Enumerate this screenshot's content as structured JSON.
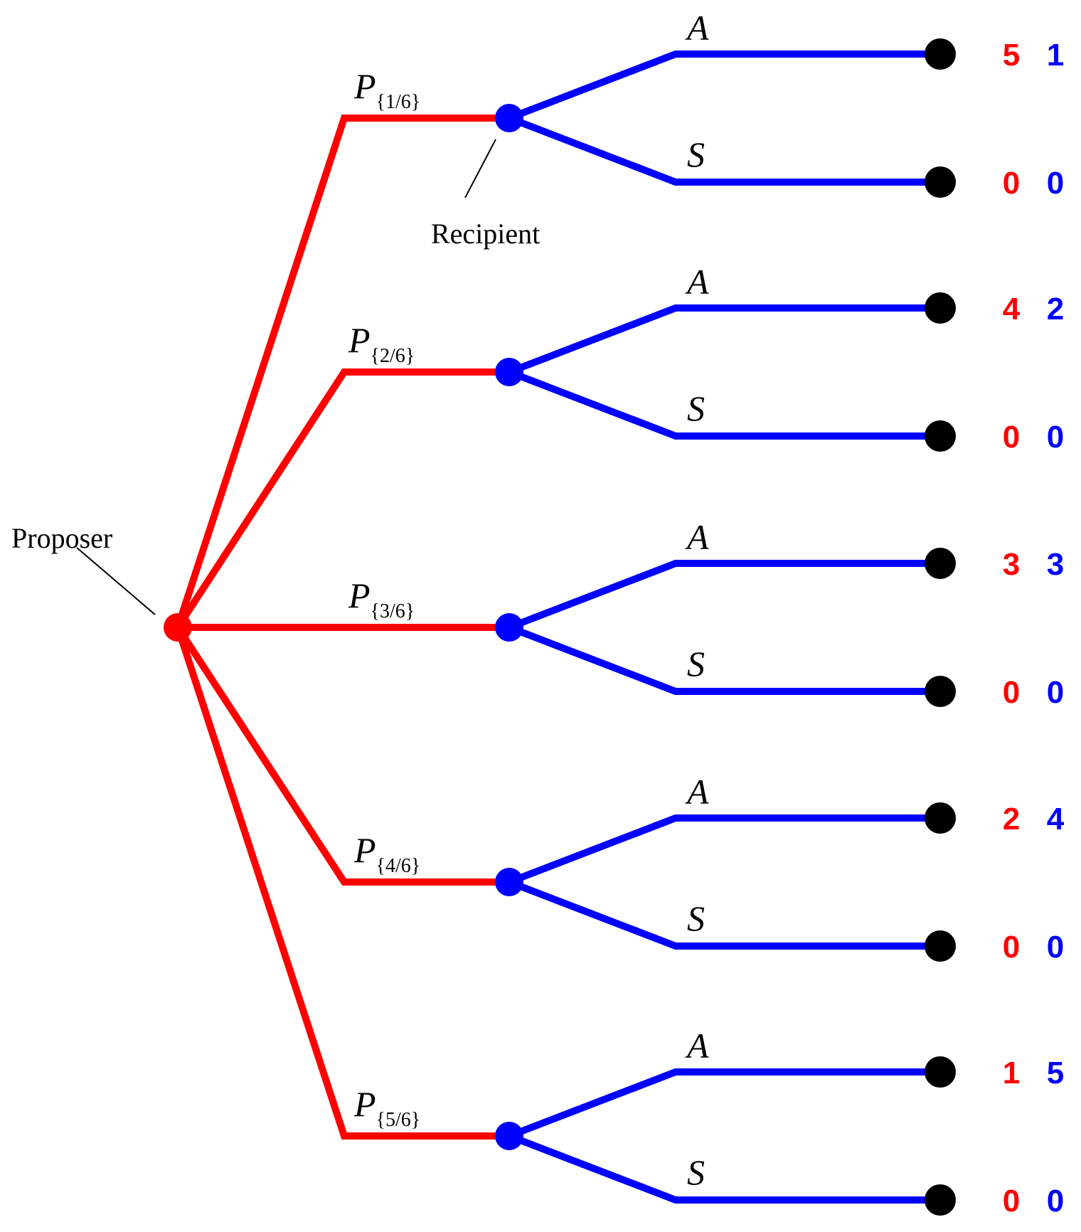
{
  "colors": {
    "proposer": "#ff0000",
    "recipient": "#0000ff",
    "terminal": "#000000",
    "payoff_proposer": "#ff0000",
    "payoff_recipient": "#0000ff"
  },
  "labels": {
    "proposer": "Proposer",
    "recipient": "Recipient"
  },
  "offers": [
    {
      "label_main": "P",
      "label_sub": "{1/6}",
      "accept": {
        "label": "A",
        "payoff_proposer": "5",
        "payoff_recipient": "1"
      },
      "reject": {
        "label": "S",
        "payoff_proposer": "0",
        "payoff_recipient": "0"
      }
    },
    {
      "label_main": "P",
      "label_sub": "{2/6}",
      "accept": {
        "label": "A",
        "payoff_proposer": "4",
        "payoff_recipient": "2"
      },
      "reject": {
        "label": "S",
        "payoff_proposer": "0",
        "payoff_recipient": "0"
      }
    },
    {
      "label_main": "P",
      "label_sub": "{3/6}",
      "accept": {
        "label": "A",
        "payoff_proposer": "3",
        "payoff_recipient": "3"
      },
      "reject": {
        "label": "S",
        "payoff_proposer": "0",
        "payoff_recipient": "0"
      }
    },
    {
      "label_main": "P",
      "label_sub": "{4/6}",
      "accept": {
        "label": "A",
        "payoff_proposer": "2",
        "payoff_recipient": "4"
      },
      "reject": {
        "label": "S",
        "payoff_proposer": "0",
        "payoff_recipient": "0"
      }
    },
    {
      "label_main": "P",
      "label_sub": "{5/6}",
      "accept": {
        "label": "A",
        "payoff_proposer": "1",
        "payoff_recipient": "5"
      },
      "reject": {
        "label": "S",
        "payoff_proposer": "0",
        "payoff_recipient": "0"
      }
    }
  ]
}
